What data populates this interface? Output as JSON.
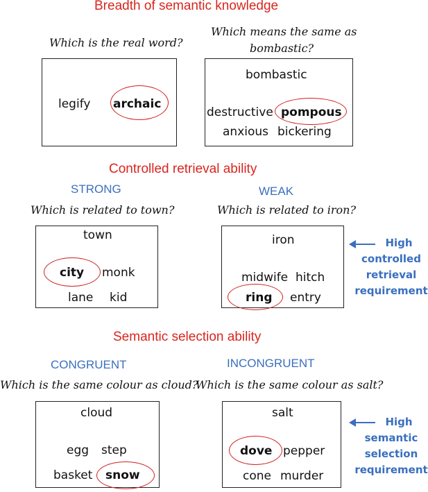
{
  "sections": {
    "breadth": {
      "title": "Breadth of semantic knowledge",
      "left": {
        "question": "Which is the real word?",
        "words": [
          "legify",
          "archaic"
        ],
        "answer": "archaic"
      },
      "right": {
        "question_line1": "Which means the same as",
        "question_line2": "bombastic?",
        "probe": "bombastic",
        "words": [
          "destructive",
          "pompous",
          "anxious",
          "bickering"
        ],
        "answer": "pompous"
      }
    },
    "controlled": {
      "title": "Controlled retrieval ability",
      "left": {
        "label": "STRONG",
        "question": "Which is related to town?",
        "probe": "town",
        "words": [
          "city",
          "monk",
          "lane",
          "kid"
        ],
        "answer": "city"
      },
      "right": {
        "label": "WEAK",
        "question": "Which is related to iron?",
        "probe": "iron",
        "words": [
          "midwife",
          "hitch",
          "ring",
          "entry"
        ],
        "answer": "ring"
      },
      "note": [
        "High",
        "controlled",
        "retrieval",
        "requirement"
      ]
    },
    "selection": {
      "title": "Semantic selection ability",
      "left": {
        "label": "CONGRUENT",
        "question": "Which is the same colour as cloud?",
        "probe": "cloud",
        "words": [
          "egg",
          "step",
          "basket",
          "snow"
        ],
        "answer": "snow"
      },
      "right": {
        "label": "INCONGRUENT",
        "question": "Which is the same colour as salt?",
        "probe": "salt",
        "words": [
          "dove",
          "pepper",
          "cone",
          "murder"
        ],
        "answer": "dove"
      },
      "note": [
        "High",
        "semantic",
        "selection",
        "requirement"
      ]
    }
  },
  "colors": {
    "section_title": "#d8261f",
    "condition_label": "#3a6fbf",
    "note": "#3a6fbf",
    "answer_ring": "#d21f1f"
  }
}
